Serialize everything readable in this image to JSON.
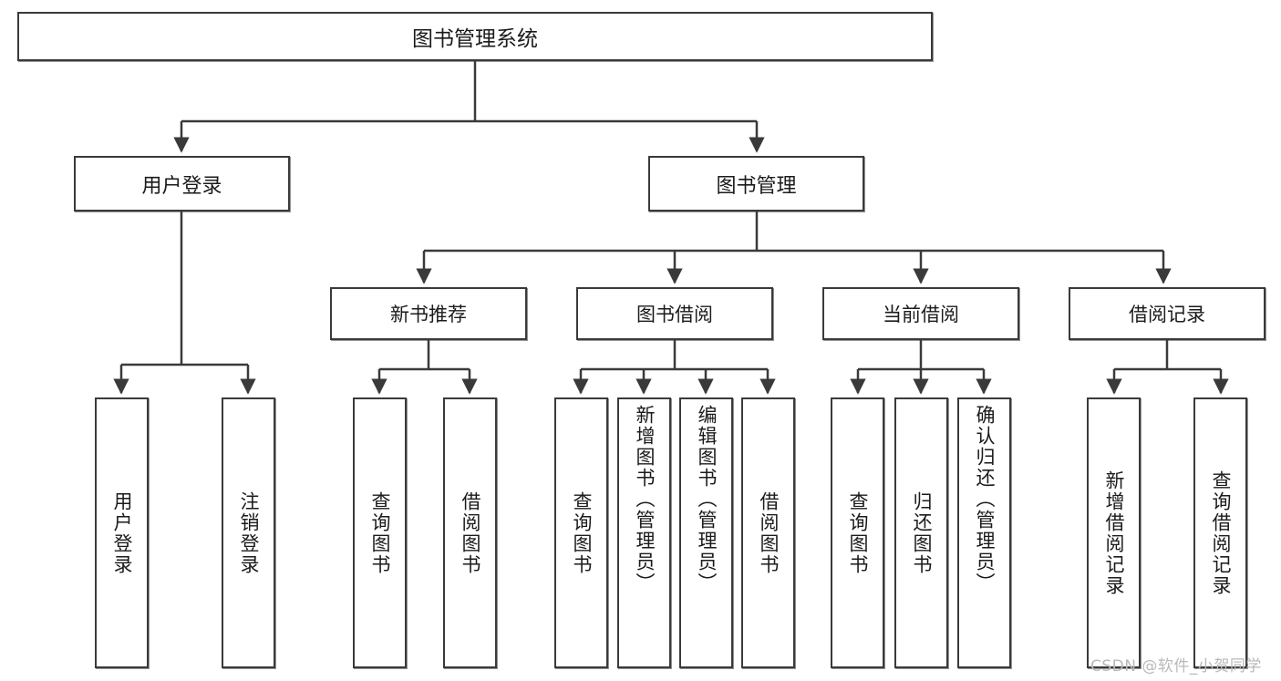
{
  "diagram": {
    "type": "tree",
    "title": "图书管理系统",
    "watermark": "CSDN @软件_小贺同学",
    "colors": {
      "box_border": "#3a3a3a",
      "box_fill": "#ffffff",
      "edge": "#3a3a3a",
      "text": "#1b1b1b",
      "watermark": "#b9b9b9"
    },
    "nodes": {
      "root": {
        "label": "图书管理系统"
      },
      "level1": [
        {
          "label": "用户登录"
        },
        {
          "label": "图书管理"
        }
      ],
      "level2": [
        {
          "label": "新书推荐"
        },
        {
          "label": "图书借阅"
        },
        {
          "label": "当前借阅"
        },
        {
          "label": "借阅记录"
        }
      ],
      "leaves": {
        "user_login": [
          {
            "label": "用户登录"
          },
          {
            "label": "注销登录"
          }
        ],
        "new_book_recommend": [
          {
            "label": "查询图书"
          },
          {
            "label": "借阅图书"
          }
        ],
        "book_borrow": [
          {
            "label": "查询图书"
          },
          {
            "label": "新增图书（管理员）"
          },
          {
            "label": "编辑图书（管理员）"
          },
          {
            "label": "借阅图书"
          }
        ],
        "current_borrow": [
          {
            "label": "查询图书"
          },
          {
            "label": "归还图书"
          },
          {
            "label": "确认归还（管理员）"
          }
        ],
        "borrow_record": [
          {
            "label": "新增借阅记录"
          },
          {
            "label": "查询借阅记录"
          }
        ]
      }
    }
  }
}
